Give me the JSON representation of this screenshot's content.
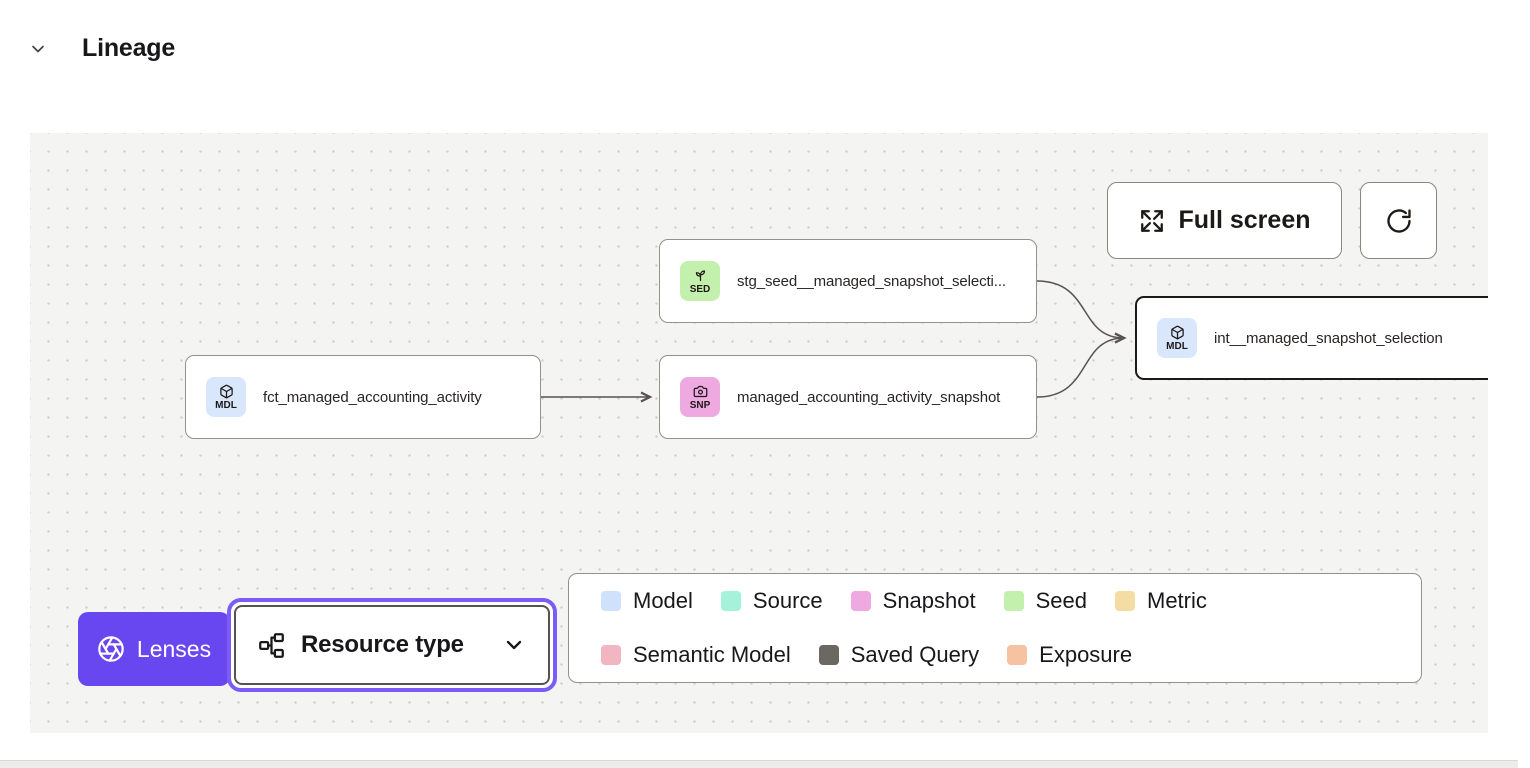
{
  "header": {
    "title": "Lineage"
  },
  "toolbar": {
    "full_screen_label": "Full screen"
  },
  "nodes": [
    {
      "badge": "SED",
      "label": "stg_seed__managed_snapshot_selecti...",
      "type": "seed",
      "badge_color": "#c4f0ad"
    },
    {
      "badge": "MDL",
      "label": "fct_managed_accounting_activity",
      "type": "model",
      "badge_color": "#d9e7fc"
    },
    {
      "badge": "SNP",
      "label": "managed_accounting_activity_snapshot",
      "type": "snapshot",
      "badge_color": "#efa9e1"
    },
    {
      "badge": "MDL",
      "label": "int__managed_snapshot_selection",
      "type": "model",
      "badge_color": "#d9e7fc",
      "selected": true
    }
  ],
  "legend": {
    "rows": [
      [
        {
          "label": "Model",
          "color": "#cfe1fb"
        },
        {
          "label": "Source",
          "color": "#a5f2da"
        },
        {
          "label": "Snapshot",
          "color": "#efa9e1"
        },
        {
          "label": "Seed",
          "color": "#c4f0ad"
        },
        {
          "label": "Metric",
          "color": "#f3dda2"
        }
      ],
      [
        {
          "label": "Semantic Model",
          "color": "#f2b6c3"
        },
        {
          "label": "Saved Query",
          "color": "#6b6761"
        },
        {
          "label": "Exposure",
          "color": "#f5c2a2"
        }
      ]
    ]
  },
  "lenses": {
    "label": "Lenses",
    "color": "#6847f0"
  },
  "resource_type": {
    "label": "Resource type"
  },
  "icons": {
    "header_collapse": "chevron-down",
    "full_screen": "expand-arrows",
    "refresh": "circular-arrow",
    "lenses": "aperture",
    "resource_type": "hierarchy",
    "dropdown": "chevron-down",
    "model_badge": "cube",
    "seed_badge": "sprout",
    "snapshot_badge": "camera"
  },
  "colors": {
    "canvas_bg": "#f4f4f3",
    "edge": "#57534e",
    "accent_purple": "#6847f0",
    "focus_ring": "#7c5cf8"
  }
}
